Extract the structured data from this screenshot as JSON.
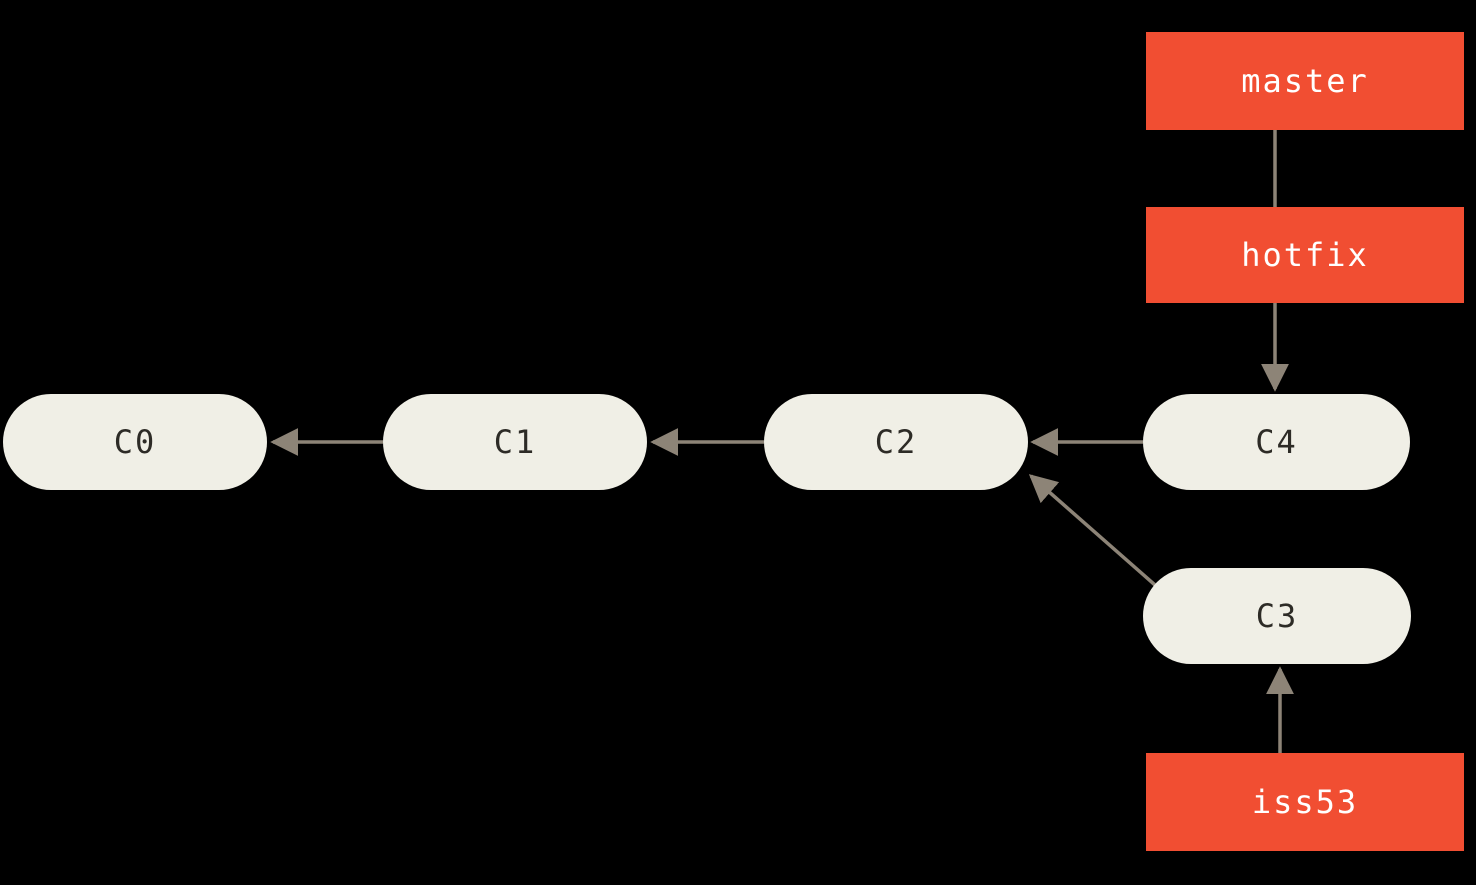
{
  "diagram": {
    "type": "git-commit-graph",
    "commits": [
      {
        "id": "c0",
        "label": "C0"
      },
      {
        "id": "c1",
        "label": "C1"
      },
      {
        "id": "c2",
        "label": "C2"
      },
      {
        "id": "c4",
        "label": "C4"
      },
      {
        "id": "c3",
        "label": "C3"
      }
    ],
    "branches": [
      {
        "id": "master",
        "label": "master",
        "points_to": "C4"
      },
      {
        "id": "hotfix",
        "label": "hotfix",
        "points_to": "C4"
      },
      {
        "id": "iss53",
        "label": "iss53",
        "points_to": "C3"
      }
    ],
    "edges": [
      {
        "from": "C1",
        "to": "C0"
      },
      {
        "from": "C2",
        "to": "C1"
      },
      {
        "from": "C4",
        "to": "C2"
      },
      {
        "from": "C3",
        "to": "C2"
      },
      {
        "from": "master",
        "to": "hotfix"
      },
      {
        "from": "hotfix",
        "to": "C4"
      },
      {
        "from": "iss53",
        "to": "C3"
      }
    ],
    "colors": {
      "background": "#000000",
      "commit_fill": "#F0EFE6",
      "branch_fill": "#F14E32",
      "arrow": "#8D8477",
      "commit_text": "#2D2B26",
      "branch_text": "#FFFFFF"
    }
  }
}
